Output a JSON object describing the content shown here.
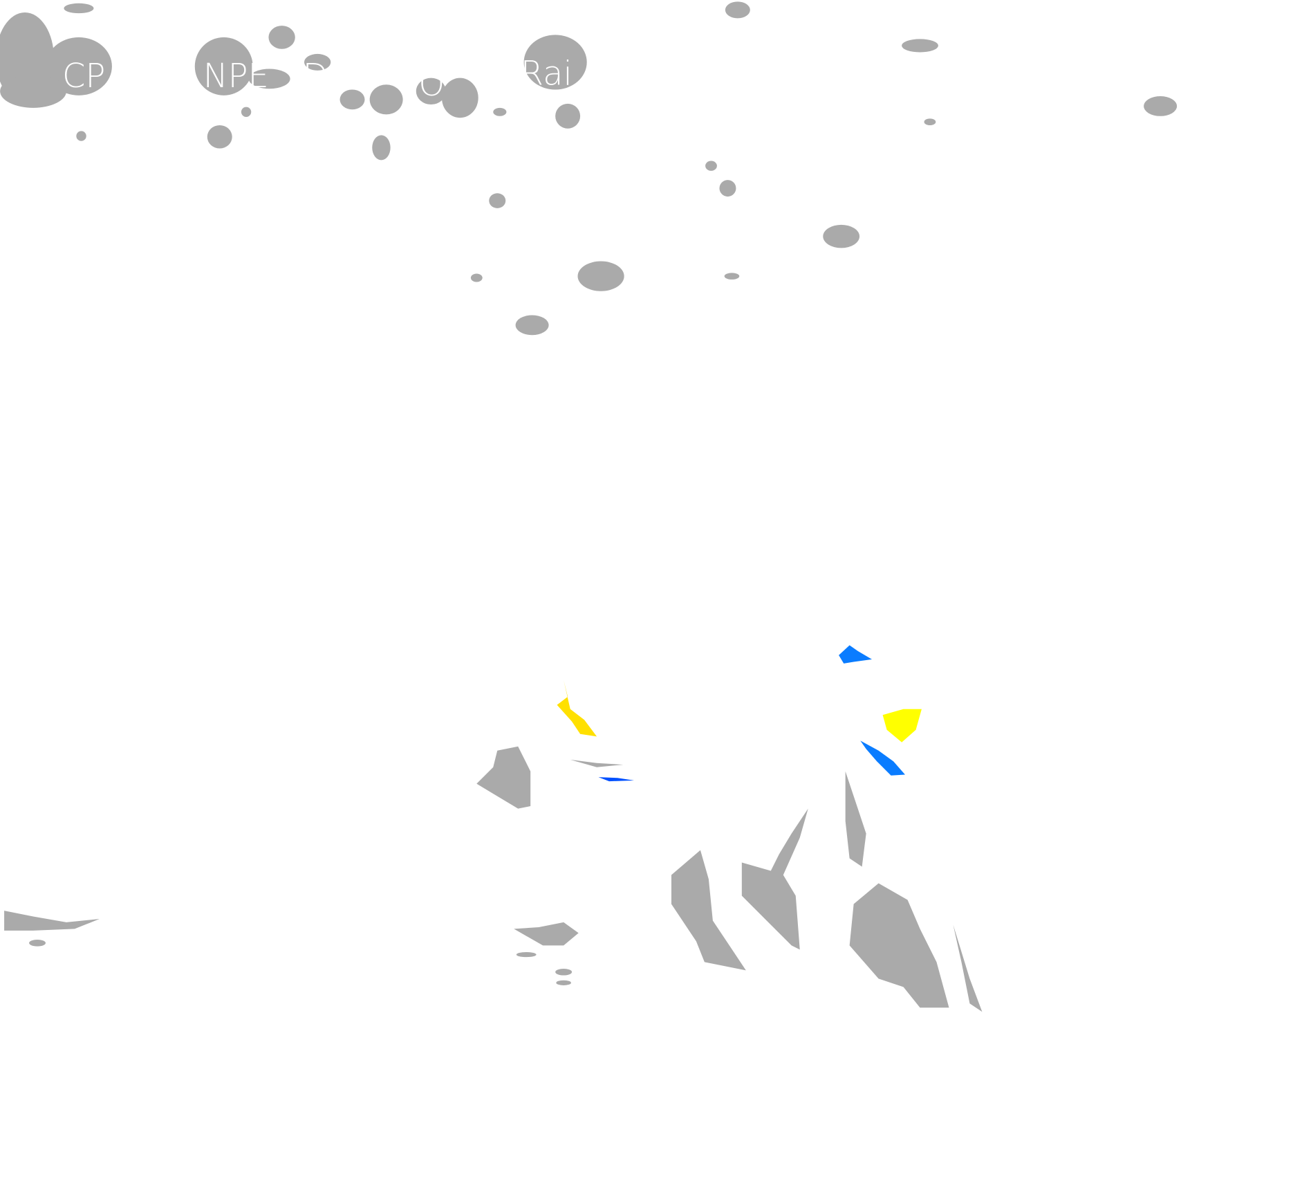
{
  "colors": {
    "land": "#aaaaaa",
    "background": "#ffffff",
    "highlight_yellow": "#ffe000",
    "highlight_yellow_bright": "#ffff00",
    "highlight_blue": "#0a7cff",
    "highlight_blue_dark": "#0050ff",
    "label": "#ffffff"
  },
  "labels": [
    {
      "text": "CP"
    },
    {
      "text": "NPE"
    },
    {
      "text": "Dr"
    },
    {
      "text": "O"
    },
    {
      "text": "Rai"
    }
  ]
}
